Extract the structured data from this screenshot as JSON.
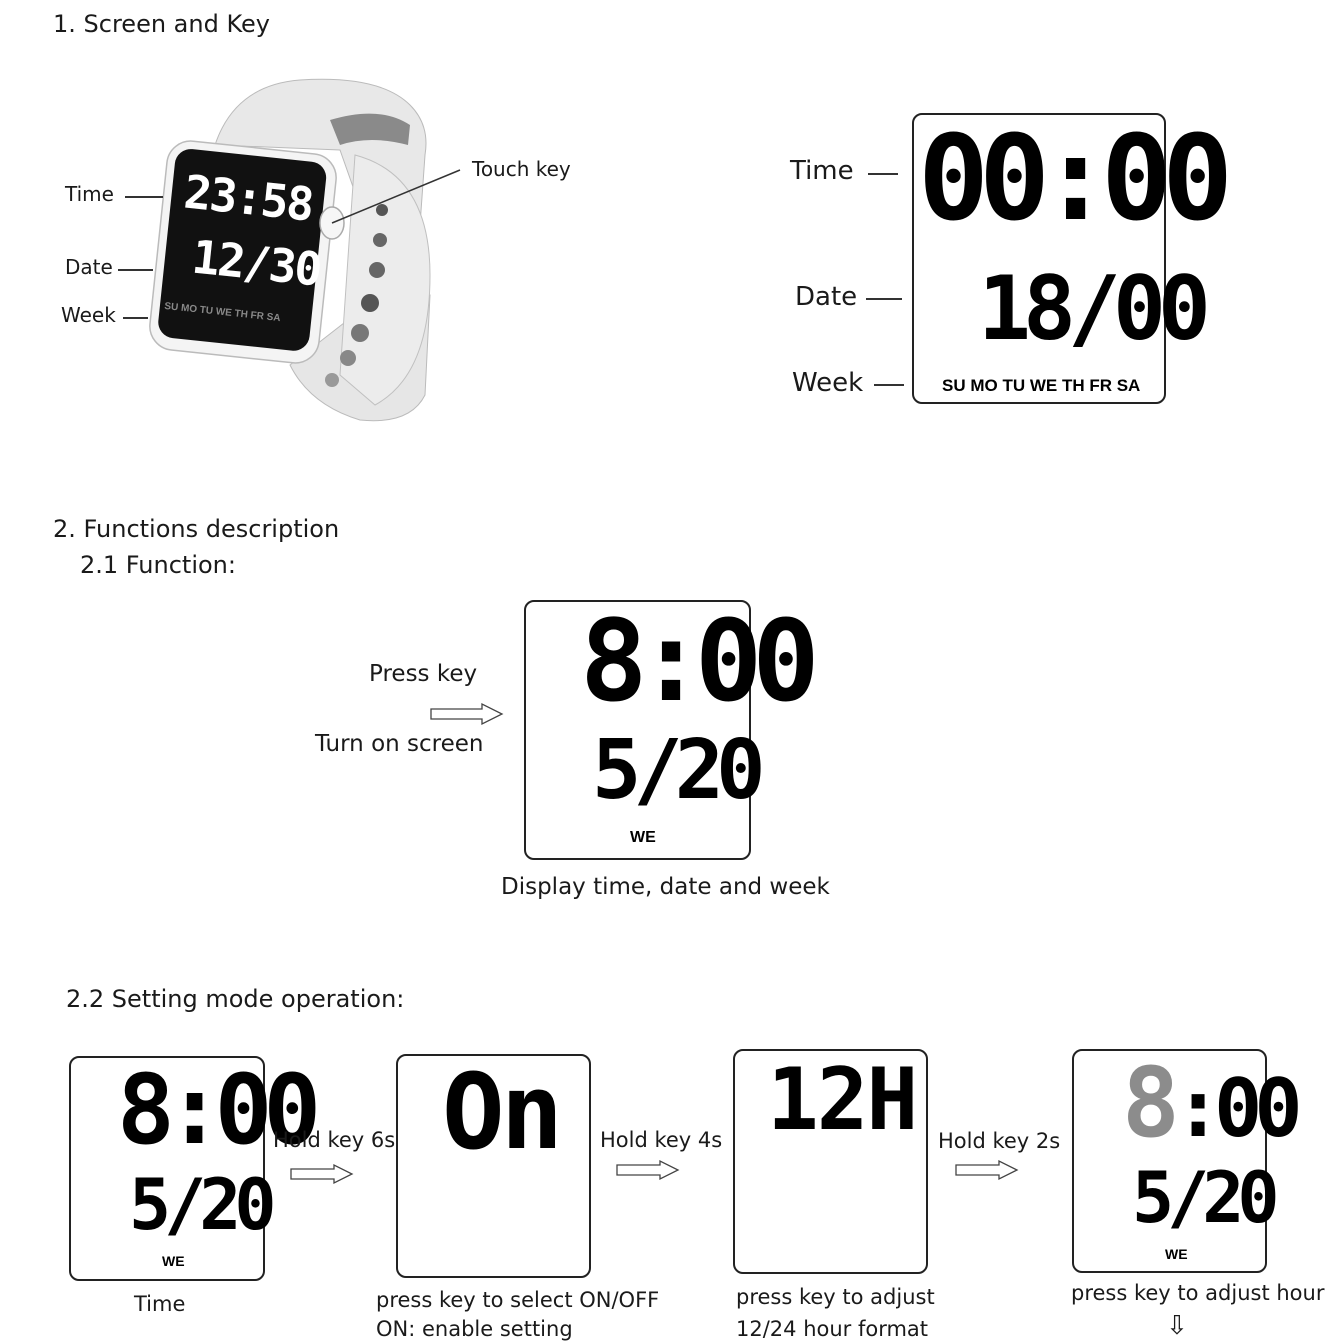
{
  "section1": {
    "title": "1. Screen and Key",
    "watch_labels": {
      "time": "Time",
      "date": "Date",
      "week": "Week",
      "touch_key": "Touch key"
    },
    "watch_display": {
      "time": "23:58",
      "date": "12/30",
      "week": "SU MO TU WE TH FR SA"
    },
    "big_labels": {
      "time": "Time",
      "date": "Date",
      "week": "Week"
    },
    "big_display": {
      "time": "00:00",
      "date": "18/00",
      "week": "SU MO TU WE TH FR SA"
    }
  },
  "section2": {
    "title": "2.  Functions description",
    "sub1": {
      "title": "2.1    Function:",
      "press_key": "Press key",
      "turn_on": "Turn on screen",
      "display": {
        "time": "8:00",
        "date": "5/20",
        "week": "WE"
      },
      "caption": "Display time, date and week"
    },
    "sub2": {
      "title": "2.2    Setting mode operation:",
      "step1": {
        "time": "8:00",
        "date": "5/20",
        "week": "WE",
        "caption": "Time"
      },
      "arrow1": "Hold key 6s",
      "step2": {
        "display": "On",
        "caption1": "press key to select ON/OFF",
        "caption2": "ON:   enable setting"
      },
      "arrow2": "Hold key 4s",
      "step3": {
        "display": "12H",
        "caption1": "press key to adjust",
        "caption2": "12/24 hour format"
      },
      "arrow3": "Hold key 2s",
      "step4": {
        "hour": "8",
        "minutes": ":00",
        "date": "5/20",
        "week": "WE",
        "caption": "press key to adjust hour",
        "down_arrow": "⇩"
      }
    }
  }
}
